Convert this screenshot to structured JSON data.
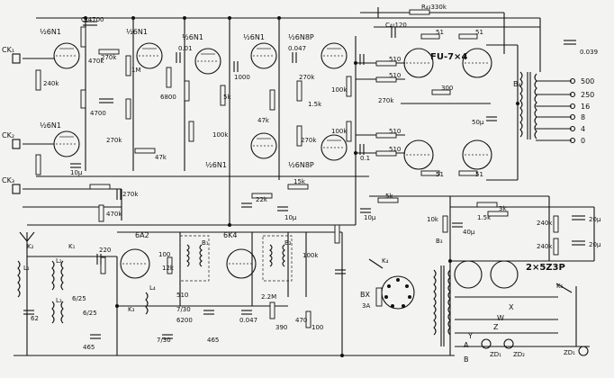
{
  "labels": {
    "ck1": "CK₁",
    "ck2": "CK₂",
    "ck3": "CK₃",
    "tube_6n1_a": "½6N1",
    "tube_6n1_b": "½6N1",
    "tube_6n1_c": "½6N1",
    "tube_6n1_d": "½6N1",
    "tube_6n1_e": "½6N1",
    "tube_6n1_f": "½6N1",
    "tube_6n8p_a": "½6N8P",
    "tube_6n8p_b": "½6N8P",
    "tube_fu7": "FU-7×4",
    "tube_6a2": "6A2",
    "tube_6k4": "6K4",
    "tube_5z3p": "2×5Z3P",
    "c4700": "C₄4700",
    "c4": "C₄4700",
    "r1": "R₁",
    "r240k": "240k",
    "r470k": "470k",
    "r270k": "270k",
    "r1m": "1M",
    "r47k": "47k",
    "r100k": "100k",
    "r5k": "5k",
    "c0_01": "0.01",
    "c0_047": "0.047",
    "c1000": "1000",
    "c4700b": "4700",
    "c6800": "6800",
    "r330k": "R₄₃330k",
    "c120": "C₄₀120",
    "c0_039": "0.039",
    "r510a": "510",
    "r510b": "510",
    "r510c": "510",
    "r51a": "51",
    "r51b": "51",
    "r51c": "51",
    "r51d": "51",
    "r300": "300",
    "c50u": "50μ",
    "c0_1": "0.1",
    "c10u": "10μ",
    "r15k": "15k",
    "r22k": "22k",
    "r5k2": "5k",
    "r10k": "10k",
    "r1_5k": "1.5k",
    "r3k": "3k",
    "c40u": "40μ",
    "r240k2": "240k",
    "r240k3": "240k",
    "c20u": "20μ",
    "c20u2": "20μ",
    "out_500": "500",
    "out_250": "250",
    "out_16": "16",
    "out_8": "8",
    "out_4": "4",
    "out_0": "0",
    "b1": "B₁",
    "b2": "B₂",
    "b3": "B₃",
    "b4": "B₄",
    "c220": "220",
    "r100": "100",
    "r12k": "12k",
    "r2_2m": "2.2M",
    "c510": "510",
    "c6200": "6200",
    "c7_30": "7/30",
    "c465": "465",
    "c465b": "465",
    "c62": "62",
    "c6_25": "6/25",
    "r390": "390",
    "r470": "470",
    "c100": "100",
    "bx": "BX",
    "bx_rating": "3A",
    "k4": "K₄",
    "k5": "K₅",
    "zd1": "ZD₁",
    "zd2": "ZD₂",
    "x": "X",
    "y": "Y",
    "z": "Z",
    "w": "W",
    "a": "A",
    "b": "B",
    "l1": "L₁",
    "l2": "L₂",
    "l3": "L₃",
    "l4": "L₄",
    "k1": "K₁",
    "k2": "K₂",
    "k3": "K₃"
  }
}
